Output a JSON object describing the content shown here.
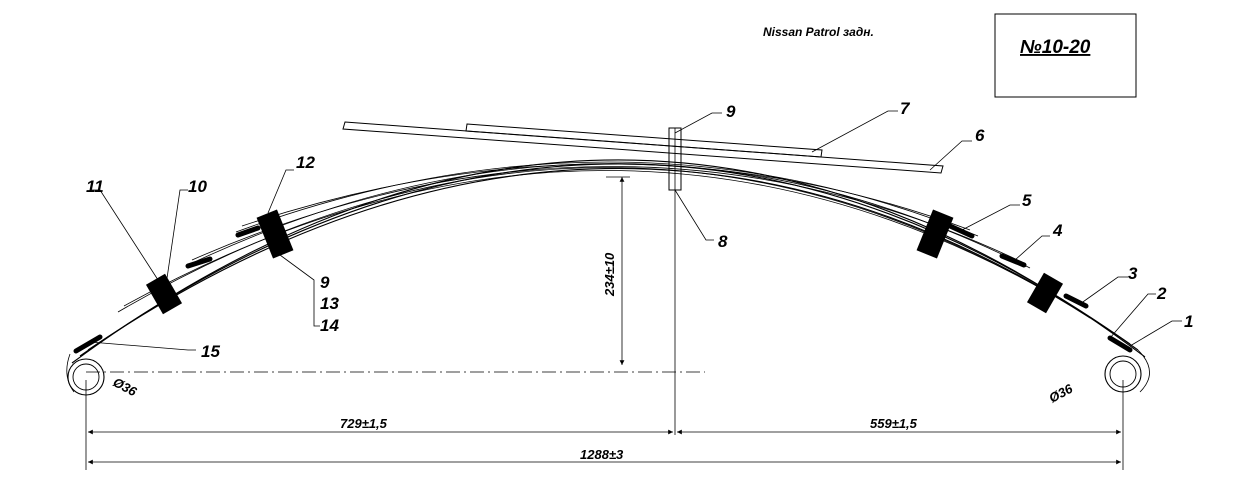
{
  "header": {
    "title": "Nissan Patrol   задн.",
    "code": "№10-20"
  },
  "callouts": {
    "c1": "1",
    "c2": "2",
    "c3": "3",
    "c4": "4",
    "c5": "5",
    "c6": "6",
    "c7": "7",
    "c8": "8",
    "c9_top": "9",
    "c9_side": "9",
    "c10": "10",
    "c11": "11",
    "c12": "12",
    "c13": "13",
    "c14": "14",
    "c15": "15"
  },
  "dimensions": {
    "left_span": "729±1,5",
    "right_span": "559±1,5",
    "total_span": "1288±3",
    "height": "234±10",
    "eye_left": "Ø36",
    "eye_right": "Ø36"
  }
}
